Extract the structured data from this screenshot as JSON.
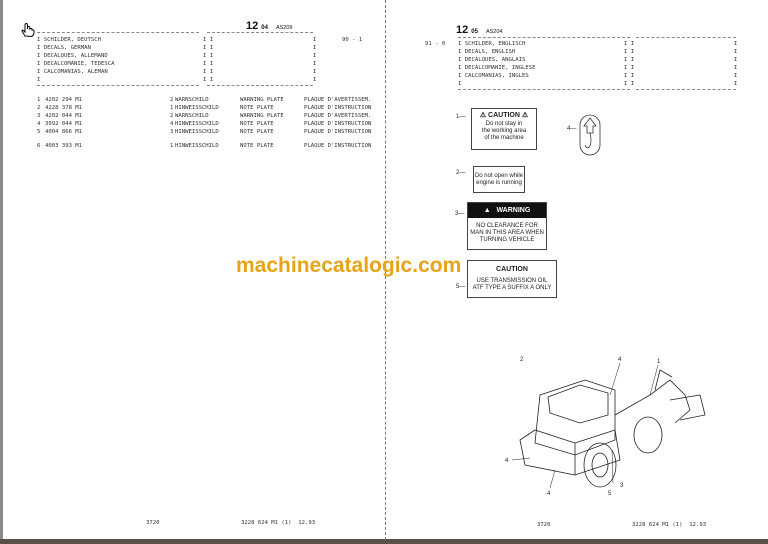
{
  "left_page": {
    "header": {
      "group": "12",
      "sub": "04",
      "code": "AS209"
    },
    "ref": "90 - 1",
    "title_lines": [
      "SCHILDER, DEUTSCH",
      "DECALS, GERMAN",
      "DECALQUES, ALLEMAND",
      "DECALCOMANIE, TEDESCA",
      "CALCOMANIAS, ALEMAN",
      ""
    ],
    "parts": [
      {
        "pos": "1",
        "part": "4202 294 M1",
        "qty": "2",
        "de": "WARNSCHILD",
        "en": "WARNING PLATE",
        "fr": "PLAQUE D'AVERTISSEM."
      },
      {
        "pos": "2",
        "part": "4228 378 M1",
        "qty": "1",
        "de": "HINWEISSCHILD",
        "en": "NOTE PLATE",
        "fr": "PLAQUE D'INSTRUCTION"
      },
      {
        "pos": "3",
        "part": "4202 044 M1",
        "qty": "2",
        "de": "WARNSCHILD",
        "en": "WARNING PLATE",
        "fr": "PLAQUE D'AVERTISSEM."
      },
      {
        "pos": "4",
        "part": "3092 044 M1",
        "qty": "4",
        "de": "HINWEISSCHILD",
        "en": "NOTE PLATE",
        "fr": "PLAQUE D'INSTRUCTION"
      },
      {
        "pos": "5",
        "part": "4004 866 M1",
        "qty": "3",
        "de": "HINWEISSCHILD",
        "en": "NOTE PLATE",
        "fr": "PLAQUE D'INSTRUCTION"
      },
      {
        "pos": "6",
        "part": "4003 393 M1",
        "qty": "1",
        "de": "HINWEISSCHILD",
        "en": "NOTE PLATE",
        "fr": "PLAQUE D'INSTRUCTION"
      }
    ],
    "footer": {
      "page": "3720",
      "doc": "3228 624 M1 (1)  12.93"
    }
  },
  "right_page": {
    "header": {
      "group": "12",
      "sub": "05",
      "code": "AS204"
    },
    "ref": "91 - 0",
    "title_lines": [
      "SCHILDER, ENGLISCH",
      "DECALS, ENGLISH",
      "DECALQUES, ANGLAIS",
      "DECALCOMANIE, INGLESE",
      "CALCOMANIAS, INGLES",
      ""
    ],
    "labels": [
      {
        "num": "1",
        "title": "CAUTION",
        "text": "Do not stay in\nthe working area\nof the machine"
      },
      {
        "num": "2",
        "text": "Do not open while\nengine is running"
      },
      {
        "num": "3",
        "title": "WARNING",
        "text": "NO CLEARANCE FOR\nMAN IN THIS AREA WHEN\nTURNING VEHICLE"
      },
      {
        "num": "5",
        "title": "CAUTION",
        "text": "USE TRANSMISSION OIL\nATF TYPE A SUFFIX A ONLY"
      }
    ],
    "hook_label_num": "4",
    "diagram_callouts": [
      "1",
      "2",
      "3",
      "4",
      "4",
      "4",
      "5"
    ],
    "footer": {
      "page": "3720",
      "doc": "3228 624 M1 (1)  12.93"
    }
  },
  "watermark": "machinecatalogic.com",
  "icons": {
    "cursor": "hand-cursor-icon"
  }
}
